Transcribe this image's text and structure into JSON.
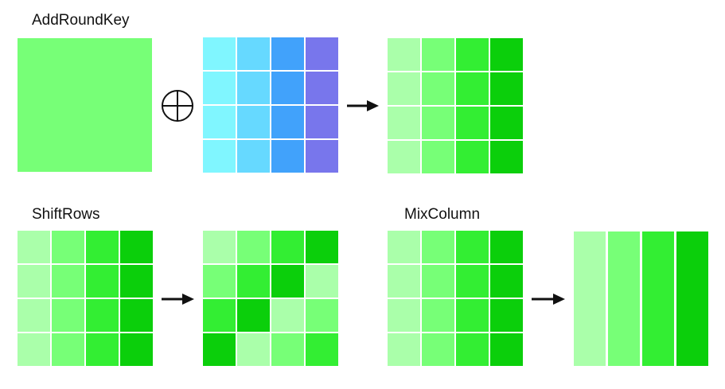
{
  "labels": {
    "add_round_key": "AddRoundKey",
    "shift_rows": "ShiftRows",
    "mix_column": "MixColumn"
  },
  "colors": {
    "state_solid": "#77ff77",
    "key_columns": [
      "#80f6ff",
      "#66d9ff",
      "#41a2fb",
      "#7876ec"
    ],
    "state_columns": [
      "#aaffaa",
      "#77ff77",
      "#33ee33",
      "#0bcf0b"
    ],
    "stroke": "#111111",
    "gap": "#ffffff"
  },
  "icons": {
    "xor": "circle-plus-icon",
    "arrow": "arrow-right-icon"
  },
  "grids": {
    "state_before": {
      "rows": [
        [
          0,
          1,
          2,
          3
        ],
        [
          0,
          1,
          2,
          3
        ],
        [
          0,
          1,
          2,
          3
        ],
        [
          0,
          1,
          2,
          3
        ]
      ]
    },
    "state_after_add_round_key": {
      "rows": [
        [
          0,
          1,
          2,
          3
        ],
        [
          0,
          1,
          2,
          3
        ],
        [
          0,
          1,
          2,
          3
        ],
        [
          0,
          1,
          2,
          3
        ]
      ]
    },
    "shift_rows_input": {
      "rows": [
        [
          0,
          1,
          2,
          3
        ],
        [
          0,
          1,
          2,
          3
        ],
        [
          0,
          1,
          2,
          3
        ],
        [
          0,
          1,
          2,
          3
        ]
      ]
    },
    "shift_rows_output": {
      "rows": [
        [
          0,
          1,
          2,
          3
        ],
        [
          1,
          2,
          3,
          0
        ],
        [
          2,
          3,
          0,
          1
        ],
        [
          3,
          0,
          1,
          2
        ]
      ]
    },
    "mix_column_input": {
      "rows": [
        [
          0,
          1,
          2,
          3
        ],
        [
          0,
          1,
          2,
          3
        ],
        [
          0,
          1,
          2,
          3
        ],
        [
          0,
          1,
          2,
          3
        ]
      ]
    },
    "mix_column_output": {
      "columns": [
        0,
        1,
        2,
        3
      ]
    }
  }
}
